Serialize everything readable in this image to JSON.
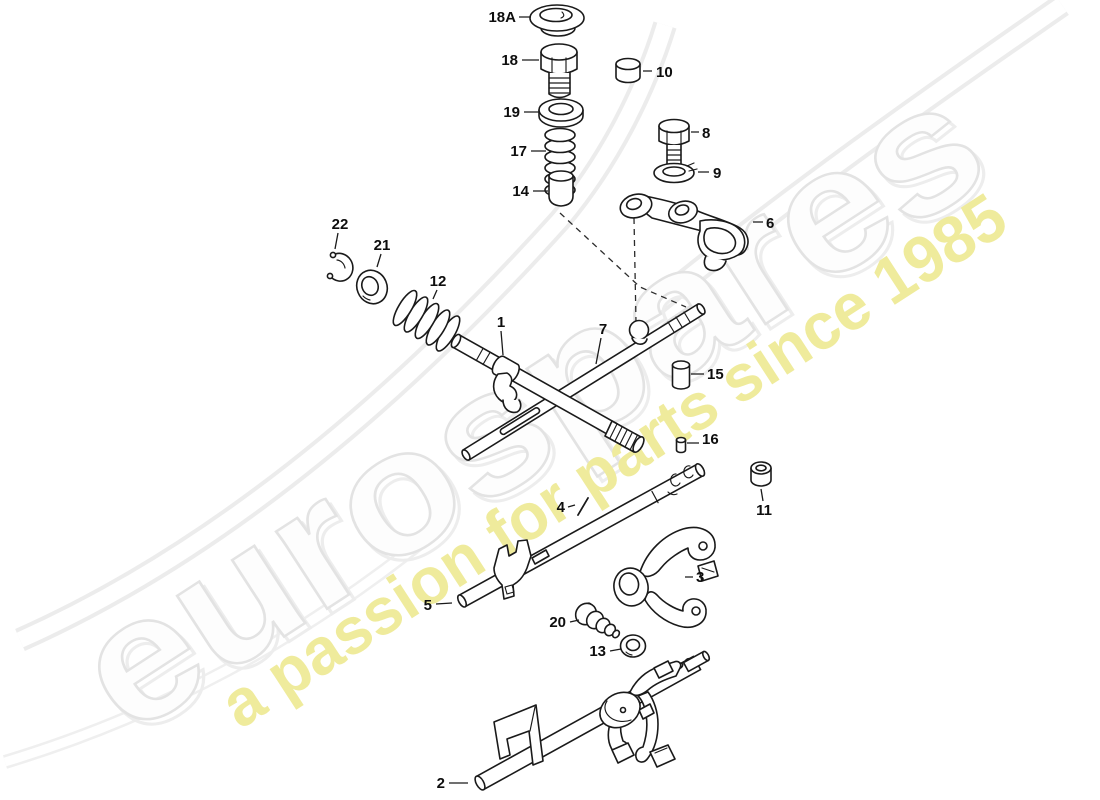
{
  "watermark": {
    "brand": "eurospares",
    "slogan": "a passion for parts since 1985",
    "brand_fill": "#fdfdfd",
    "brand_outline": "#e3e3e3",
    "slogan_color": "#efeb9c",
    "swoosh_color": "#ececec"
  },
  "diagram": {
    "background": "#ffffff",
    "line_color": "#1a1a1a",
    "labels": {
      "1": "1",
      "2": "2",
      "3": "3",
      "4": "4",
      "5": "5",
      "6": "6",
      "7": "7",
      "8": "8",
      "9": "9",
      "10": "10",
      "11": "11",
      "12": "12",
      "13": "13",
      "14": "14",
      "15": "15",
      "16": "16",
      "17": "17",
      "18": "18",
      "18A": "18A",
      "19": "19",
      "20": "20",
      "21": "21",
      "22": "22"
    }
  }
}
